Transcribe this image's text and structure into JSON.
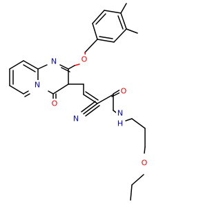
{
  "molecule": {
    "atom_labels": {
      "n_ring_top": "N",
      "n_ring_bridge": "N",
      "o_ether_aryl": "O",
      "o_carbonyl_ring": "O",
      "o_amide": "O",
      "n_nitrile": "N",
      "n_amide": "N",
      "h_amide": "H",
      "o_ether_chain": "O"
    },
    "colors": {
      "bond": "#000000",
      "nitrogen": "#0000ff",
      "oxygen": "#ff0000",
      "background": "#ffffff"
    }
  }
}
